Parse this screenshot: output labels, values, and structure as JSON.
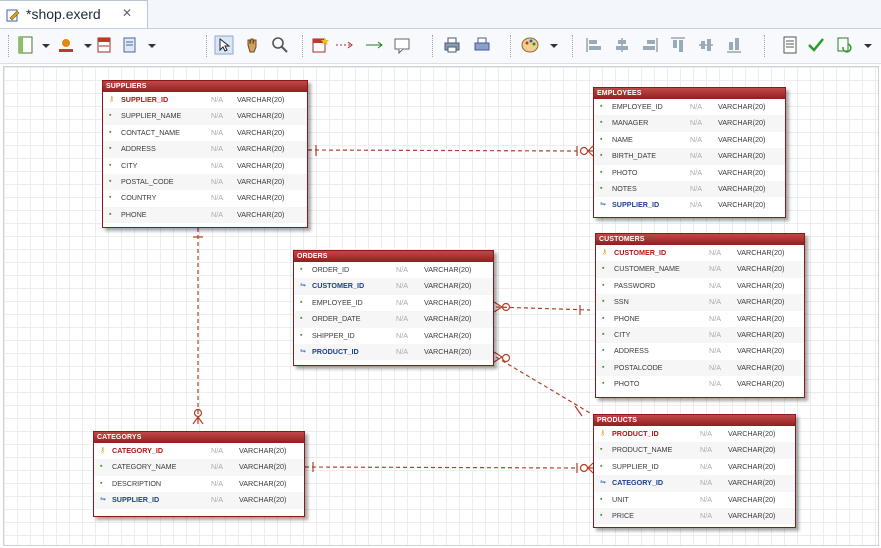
{
  "editor": {
    "tab_title": "*shop.exerd",
    "tab_close_symbol": "✕"
  },
  "toolbar": {
    "items": [
      "layout-icon",
      "dropdown-arrow-icon",
      "color-icon",
      "dropdown-arrow-icon",
      "table-icon",
      "note-icon",
      "dropdown-arrow-icon",
      "select-icon",
      "hand-icon",
      "zoom-icon",
      "new-entity-icon",
      "relation-icon",
      "relation2-icon",
      "comment-icon",
      "print-icon",
      "print-preview-icon",
      "palette-icon",
      "dropdown-arrow-icon",
      "align-left-icon",
      "align-center-icon",
      "align-right-icon",
      "align-top-icon",
      "align-middle-icon",
      "align-bottom-icon",
      "document-icon",
      "validate-icon",
      "sync-icon",
      "dropdown-arrow-icon"
    ]
  },
  "colors": {
    "header": "#a32b2b",
    "relation": "#b0402a",
    "pk_text": "#b01515",
    "fk_text": "#1e3f8a"
  },
  "entities": [
    {
      "id": "suppliers",
      "title": "SUPPLIERS",
      "columns": [
        {
          "name": "SUPPLIER_ID",
          "nullable": "N/A",
          "type": "VARCHAR(20)",
          "kind": "pk"
        },
        {
          "name": "SUPPLIER_NAME",
          "nullable": "N/A",
          "type": "VARCHAR(20)",
          "kind": "col"
        },
        {
          "name": "CONTACT_NAME",
          "nullable": "N/A",
          "type": "VARCHAR(20)",
          "kind": "col"
        },
        {
          "name": "ADDRESS",
          "nullable": "N/A",
          "type": "VARCHAR(20)",
          "kind": "col"
        },
        {
          "name": "CITY",
          "nullable": "N/A",
          "type": "VARCHAR(20)",
          "kind": "col"
        },
        {
          "name": "POSTAL_CODE",
          "nullable": "N/A",
          "type": "VARCHAR(20)",
          "kind": "col"
        },
        {
          "name": "COUNTRY",
          "nullable": "N/A",
          "type": "VARCHAR(20)",
          "kind": "col"
        },
        {
          "name": "PHONE",
          "nullable": "N/A",
          "type": "VARCHAR(20)",
          "kind": "col"
        }
      ]
    },
    {
      "id": "employees",
      "title": "EMPLOYEES",
      "columns": [
        {
          "name": "EMPLOYEE_ID",
          "nullable": "N/A",
          "type": "VARCHAR(20)",
          "kind": "col"
        },
        {
          "name": "MANAGER",
          "nullable": "N/A",
          "type": "VARCHAR(20)",
          "kind": "col"
        },
        {
          "name": "NAME",
          "nullable": "N/A",
          "type": "VARCHAR(20)",
          "kind": "col"
        },
        {
          "name": "BIRTH_DATE",
          "nullable": "N/A",
          "type": "VARCHAR(20)",
          "kind": "col"
        },
        {
          "name": "PHOTO",
          "nullable": "N/A",
          "type": "VARCHAR(20)",
          "kind": "col"
        },
        {
          "name": "NOTES",
          "nullable": "N/A",
          "type": "VARCHAR(20)",
          "kind": "col"
        },
        {
          "name": "SUPPLIER_ID",
          "nullable": "N/A",
          "type": "VARCHAR(20)",
          "kind": "fk"
        }
      ]
    },
    {
      "id": "orders",
      "title": "ORDERS",
      "columns": [
        {
          "name": "ORDER_ID",
          "nullable": "N/A",
          "type": "VARCHAR(20)",
          "kind": "col"
        },
        {
          "name": "CUSTOMER_ID",
          "nullable": "N/A",
          "type": "VARCHAR(20)",
          "kind": "fk"
        },
        {
          "name": "EMPLOYEE_ID",
          "nullable": "N/A",
          "type": "VARCHAR(20)",
          "kind": "col"
        },
        {
          "name": "ORDER_DATE",
          "nullable": "N/A",
          "type": "VARCHAR(20)",
          "kind": "col"
        },
        {
          "name": "SHIPPER_ID",
          "nullable": "N/A",
          "type": "VARCHAR(20)",
          "kind": "col"
        },
        {
          "name": "PRODUCT_ID",
          "nullable": "N/A",
          "type": "VARCHAR(20)",
          "kind": "fk"
        }
      ]
    },
    {
      "id": "customers",
      "title": "CUSTOMERS",
      "columns": [
        {
          "name": "CUSTOMER_ID",
          "nullable": "N/A",
          "type": "VARCHAR(20)",
          "kind": "pk"
        },
        {
          "name": "CUSTOMER_NAME",
          "nullable": "N/A",
          "type": "VARCHAR(20)",
          "kind": "col"
        },
        {
          "name": "PASSWORD",
          "nullable": "N/A",
          "type": "VARCHAR(20)",
          "kind": "col"
        },
        {
          "name": "SSN",
          "nullable": "N/A",
          "type": "VARCHAR(20)",
          "kind": "col"
        },
        {
          "name": "PHONE",
          "nullable": "N/A",
          "type": "VARCHAR(20)",
          "kind": "col"
        },
        {
          "name": "CITY",
          "nullable": "N/A",
          "type": "VARCHAR(20)",
          "kind": "col"
        },
        {
          "name": "ADDRESS",
          "nullable": "N/A",
          "type": "VARCHAR(20)",
          "kind": "col"
        },
        {
          "name": "POSTALCODE",
          "nullable": "N/A",
          "type": "VARCHAR(20)",
          "kind": "col"
        },
        {
          "name": "PHOTO",
          "nullable": "N/A",
          "type": "VARCHAR(20)",
          "kind": "col"
        }
      ]
    },
    {
      "id": "products",
      "title": "PRODUCTS",
      "columns": [
        {
          "name": "PRODUCT_ID",
          "nullable": "N/A",
          "type": "VARCHAR(20)",
          "kind": "pk"
        },
        {
          "name": "PRODUCT_NAME",
          "nullable": "N/A",
          "type": "VARCHAR(20)",
          "kind": "col"
        },
        {
          "name": "SUPPLIER_ID",
          "nullable": "N/A",
          "type": "VARCHAR(20)",
          "kind": "col"
        },
        {
          "name": "CATEGORY_ID",
          "nullable": "N/A",
          "type": "VARCHAR(20)",
          "kind": "fk"
        },
        {
          "name": "UNIT",
          "nullable": "N/A",
          "type": "VARCHAR(20)",
          "kind": "col"
        },
        {
          "name": "PRICE",
          "nullable": "N/A",
          "type": "VARCHAR(20)",
          "kind": "col"
        }
      ]
    },
    {
      "id": "categorys",
      "title": "CATEGORYS",
      "columns": [
        {
          "name": "CATEGORY_ID",
          "nullable": "N/A",
          "type": "VARCHAR(20)",
          "kind": "pk"
        },
        {
          "name": "CATEGORY_NAME",
          "nullable": "N/A",
          "type": "VARCHAR(20)",
          "kind": "col"
        },
        {
          "name": "DESCRIPTION",
          "nullable": "N/A",
          "type": "VARCHAR(20)",
          "kind": "col"
        },
        {
          "name": "SUPPLIER_ID",
          "nullable": "N/A",
          "type": "VARCHAR(20)",
          "kind": "fk"
        }
      ]
    }
  ]
}
